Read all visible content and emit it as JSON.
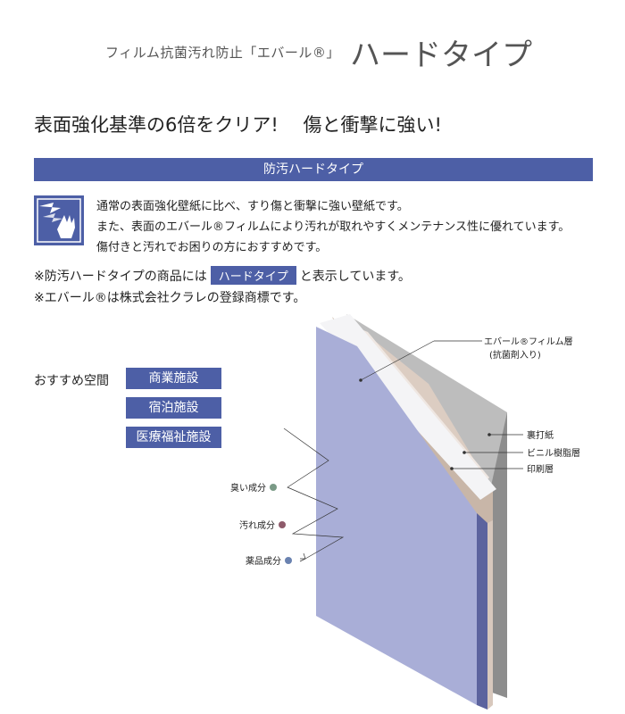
{
  "header": {
    "subtitle": "フィルム抗菌汚れ防止「エバール®」",
    "title": "ハードタイプ"
  },
  "tagline": "表面強化基準の6倍をクリア!　 傷と衝撃に強い!",
  "banner": "防汚ハードタイプ",
  "intro": {
    "icon": "scratch-impact-hand-icon",
    "lines": [
      "通常の表面強化壁紙に比べ、すり傷と衝撃に強い壁紙です。",
      "また、表面のエバール®フィルムにより汚れが取れやすくメンテナンス性に優れています。",
      "傷付きと汚れでお困りの方におすすめです。"
    ]
  },
  "notes": {
    "line1_before": "※防汚ハードタイプの商品には",
    "badge": "ハードタイプ",
    "line1_after": "と表示しています。",
    "line2": "※エバール®は株式会社クラレの登録商標です。"
  },
  "recommend": {
    "label": "おすすめ空間",
    "spaces": [
      "商業施設",
      "宿泊施設",
      "医療福祉施設"
    ]
  },
  "diagram": {
    "layers": [
      "エバール®フィルム層",
      "(抗菌剤入り)",
      "裏打紙",
      "ビニル樹脂層",
      "印刷層"
    ],
    "components": [
      {
        "label": "臭い成分",
        "color": "#7a9a86"
      },
      {
        "label": "汚れ成分",
        "color": "#8e5a6a"
      },
      {
        "label": "薬品成分",
        "color": "#6a82b0"
      }
    ],
    "colors": {
      "accent": "#4d5fa6",
      "panel": "#a9aed7"
    }
  }
}
